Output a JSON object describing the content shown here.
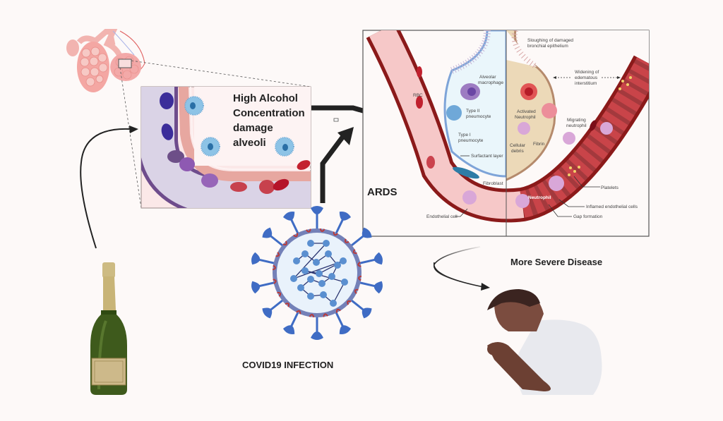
{
  "diagram": {
    "title_alcohol": [
      "High Alcohol",
      "Concentration",
      "damage",
      "alveoli"
    ],
    "ards_label": "ARDS",
    "covid_label": "COVID19 INFECTION",
    "severe_label": "More Severe Disease",
    "ards_panel": {
      "left_labels": {
        "rbc": "RBC",
        "alveolar_macrophage": [
          "Alveolar",
          "macrophage"
        ],
        "type2": [
          "Type II",
          "pneumocyte"
        ],
        "type1": [
          "Type I",
          "pneumocyte"
        ],
        "surfactant": "Surfactant layer",
        "fibroblast": "Fibroblast",
        "endothelial": "Endothelial cell"
      },
      "right_labels": {
        "sloughing": [
          "Sloughing of damaged",
          "bronchial epithelium"
        ],
        "widening": [
          "Widening of",
          "edematous",
          "interstitium"
        ],
        "activated_neutrophil": [
          "Activated",
          "Neutrophil"
        ],
        "migrating_neutrophil": [
          "Migrating",
          "neutrophil"
        ],
        "cellular_debris": [
          "Cellular",
          "debris"
        ],
        "fibrin": "Fibrin",
        "platelets": "Platelets",
        "neutrophil": "Neutrophil",
        "inflamed": "Inflamed endothelial cells",
        "gap": "Gap formation"
      }
    },
    "colors": {
      "background": "#fdf9f8",
      "arrow": "#222222",
      "vessel_dark": "#8b1a1a",
      "vessel_light": "#f4c6c6",
      "alveolus_fluid": "#eaf6fb",
      "edema": "#ecd9b8",
      "virus_spike": "#3f6cc4",
      "virus_body": "#e9f2fb",
      "bottle_green": "#3e5a1c",
      "bottle_label": "#cdb98a"
    }
  }
}
